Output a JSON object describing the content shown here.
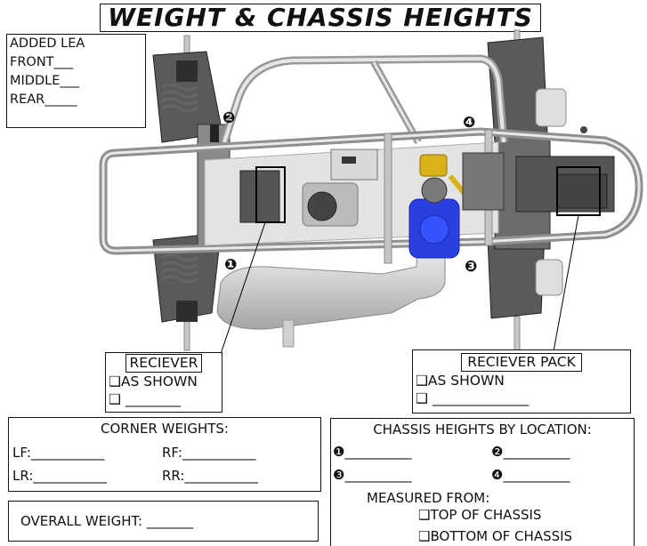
{
  "title": "WEIGHT & CHASSIS HEIGHTS",
  "added_lead": {
    "heading": "ADDED LEA",
    "rows": [
      "FRONT___",
      "MIDDLE___",
      "REAR_____"
    ]
  },
  "markers": [
    "❷",
    "❶",
    "❹",
    "❸"
  ],
  "receiver": {
    "label": "RECIEVER",
    "option_shown": "❑AS SHOWN",
    "option_other": "❑ ________"
  },
  "receiver_pack": {
    "label": "RECIEVER PACK",
    "option_shown": "❑AS SHOWN",
    "option_other": "❑ ______________"
  },
  "corner_weights": {
    "title": "CORNER WEIGHTS:",
    "lf": "LF:___________",
    "rf": "RF:___________",
    "lr": "LR:___________",
    "rr": "RR:___________"
  },
  "overall_weight": {
    "label": "OVERALL WEIGHT: _______"
  },
  "chassis_heights": {
    "title": "CHASSIS HEIGHTS BY LOCATION:",
    "loc1": "❶__________",
    "loc2": "❷__________",
    "loc3": "❸__________",
    "loc4": "❹__________",
    "measured_from": "MEASURED FROM:",
    "opt_top": "❑TOP OF CHASSIS",
    "opt_bottom": "❑BOTTOM OF CHASSIS"
  },
  "colors": {
    "engine_blue": "#2a3fe0",
    "gold": "#d9b11a",
    "frame": "#8f8f8f",
    "frame_light": "#cfcfcf",
    "plastic_dark": "#4d4d4d"
  }
}
